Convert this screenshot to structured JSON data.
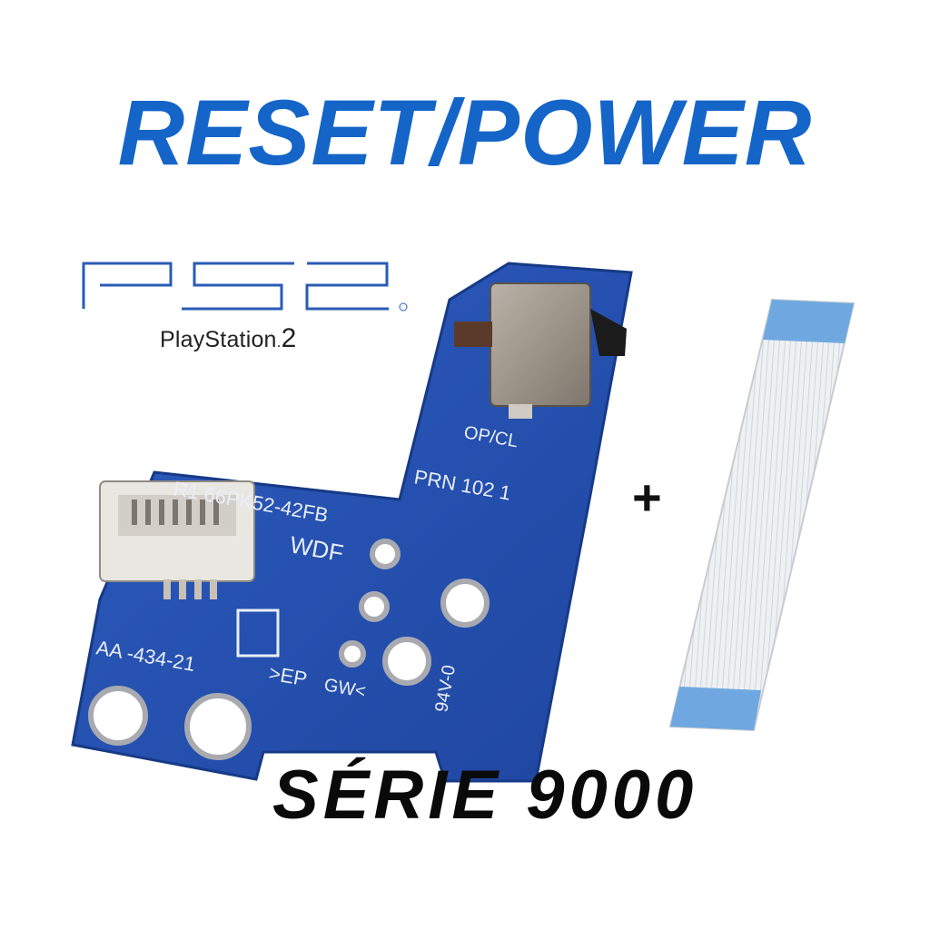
{
  "title": "RESET/POWER",
  "logo": {
    "mark": "PS2",
    "subtitle": "PlayStation",
    "subtitle_number": "2",
    "registered": "®",
    "color": "#1a5fb0"
  },
  "plus_sign": "+",
  "series_label": "SÉRIE 9000",
  "board": {
    "color": "#2a56b8",
    "silkscreen": {
      "part_number": "R1 66PK52-42FB",
      "wdf": "WDF",
      "op_cl": "OP/CL",
      "prn": "PRN 102 1",
      "aa": "AA -434-21",
      "ep": ">EP",
      "gw": "GW<",
      "rating": "94V-0"
    }
  },
  "cable": {
    "tab_color": "#6fa8e0",
    "body_color": "#eef1f4"
  }
}
